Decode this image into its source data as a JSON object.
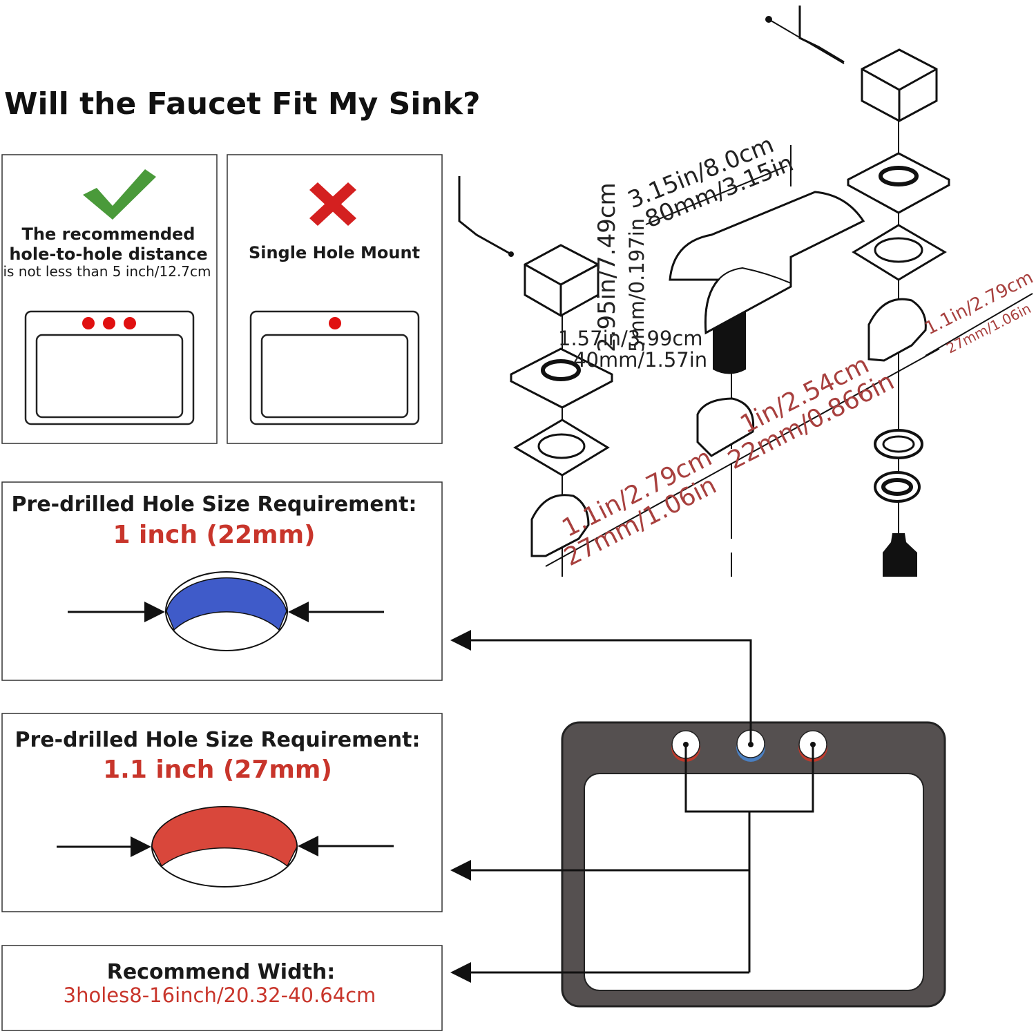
{
  "title": "Will the Faucet Fit My Sink?",
  "recommended_panel": {
    "icon": "check-icon",
    "line1": "The recommended",
    "line2": "hole-to-hole distance",
    "line3": "is not less than 5 inch/12.7cm",
    "hole_count": 3
  },
  "single_panel": {
    "icon": "x-icon",
    "label": "Single Hole Mount",
    "hole_count": 1
  },
  "hole_requirement_1": {
    "label": "Pre-drilled Hole Size Requirement:",
    "value": "1 inch (22mm)",
    "color": "#3f5bc9"
  },
  "hole_requirement_2": {
    "label": "Pre-drilled Hole Size Requirement:",
    "value": "1.1 inch (27mm)",
    "color": "#d9473b"
  },
  "width_requirement": {
    "label": "Recommend Width:",
    "value": "3holes8-16inch/20.32-40.64cm"
  },
  "dimensions": {
    "spout_length_1": "3.15in/8.0cm",
    "spout_length_2": "80mm/3.15in",
    "height_1": "2.95in/7.49cm",
    "height_2": "5mm/0.197in",
    "spout_width_1": "1.57in/3.99cm",
    "spout_width_2": "40mm/1.57in",
    "left_nut_1": "1.1in/2.79cm",
    "left_nut_2": "27mm/1.06in",
    "center_nut_1": "1in/2.54cm",
    "center_nut_2": "22mm/0.866in",
    "right_nut_1": "1.1in/2.79cm",
    "right_nut_2": "27mm/1.06in"
  },
  "colors": {
    "accent_red": "#c8352b",
    "check_green": "#4a9a3a",
    "sink_frame": "#555050",
    "hot_marker": "#c0392b",
    "cold_marker": "#4a7fc1"
  }
}
